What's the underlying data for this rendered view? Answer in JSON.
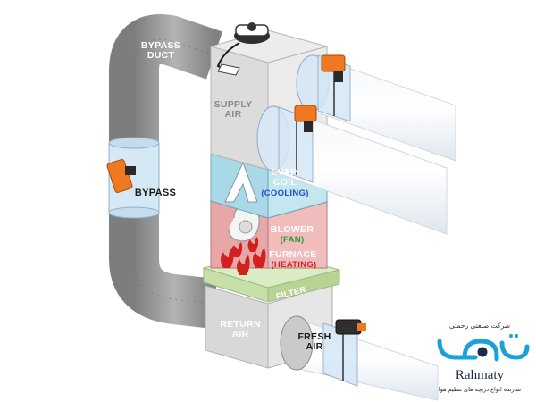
{
  "labels": {
    "bypass_duct": "BYPASS DUCT",
    "supply_air": "SUPPLY AIR",
    "bypass": "BYPASS",
    "evap_coil": "EVAP. COIL",
    "cooling": "(COOLING)",
    "blower": "BLOWER",
    "fan": "(FAN)",
    "furnace": "FURNACE",
    "heating": "(HEATING)",
    "filter": "FILTER",
    "return_air": "RETURN AIR",
    "fresh_air": "FRESH AIR"
  },
  "logo": {
    "company_fa": "شرکت صنعتی رحمتی",
    "brand": "Rahmaty",
    "tagline_fa": "سازنده انواع دریچه های تنظیم هوا"
  },
  "colors": {
    "duct_gray": "#9a9a9a",
    "coil_blue": "#b9e3ee",
    "furnace_red": "#e39a9a",
    "filter_green": "#c7dfa8",
    "damper_orange": "#f07820",
    "cooling_text": "#1a4fcf",
    "fan_text": "#2e9a2e",
    "heating_text": "#d42020",
    "logo_blue": "#1ba0db"
  }
}
